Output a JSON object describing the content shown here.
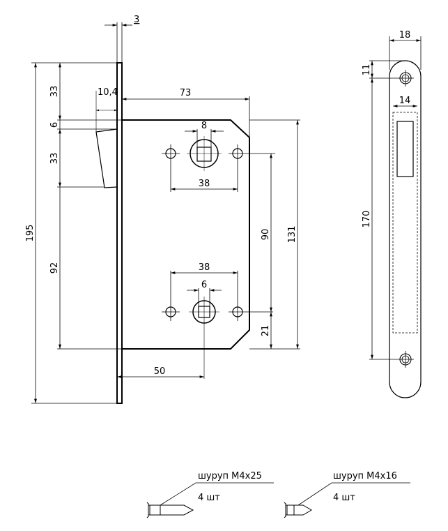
{
  "lock_body": {
    "faceplate_thickness": "3",
    "latch_projection": "10,4",
    "backset_width": "73",
    "spindle_square_top": "8",
    "hole_spacing_top": "38",
    "hole_spacing_bottom": "38",
    "spindle_square_bottom": "6",
    "backset": "50",
    "faceplate_length": "195",
    "top_to_body": "33",
    "body_to_latch": "6",
    "latch_height": "33",
    "latch_to_bottom": "92",
    "spindle_center_distance": "90",
    "bottom_offset": "21",
    "body_height": "131"
  },
  "strike_plate": {
    "width": "18",
    "hole_offset": "11",
    "pocket_width": "14",
    "hole_spacing": "170"
  },
  "screws": [
    {
      "label": "шуруп M4x25",
      "qty": "4 шт"
    },
    {
      "label": "шуруп M4x16",
      "qty": "4 шт"
    }
  ]
}
